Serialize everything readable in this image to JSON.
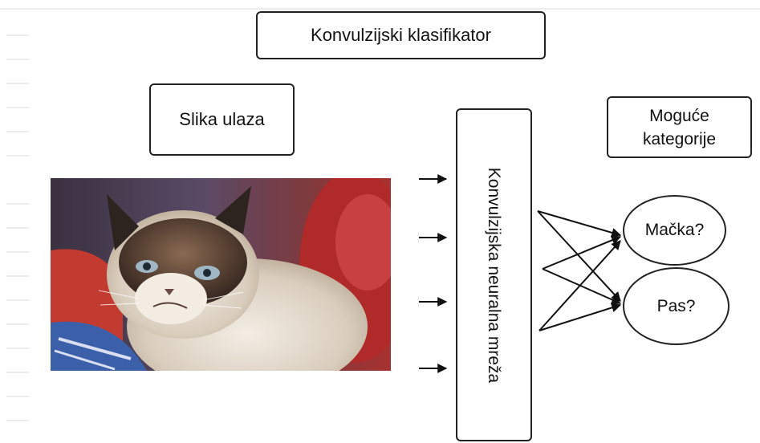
{
  "diagram": {
    "title": "Konvulzijski klasifikator",
    "input_label": "Slika ulaza",
    "network_label": "Konvulzijska neuralna mreža",
    "categories_title": "Moguće kategorije",
    "categories": [
      "Mačka?",
      "Pas?"
    ],
    "input_image": "grumpy-cat-photo"
  }
}
